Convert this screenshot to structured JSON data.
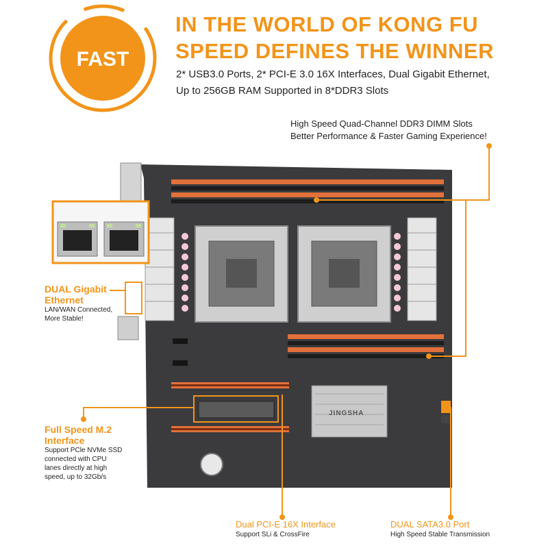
{
  "colors": {
    "accent": "#f2941a",
    "board": "#3b3b3e",
    "ram_orange": "#e2703a",
    "text": "#222222"
  },
  "badge": {
    "label": "FAST"
  },
  "headline": {
    "line1": "IN THE WORLD OF KONG FU",
    "line2": "SPEED DEFINES THE WINNER"
  },
  "subheadline": {
    "line1": "2* USB3.0 Ports, 2* PCI-E 3.0 16X Interfaces, Dual Gigabit Ethernet,",
    "line2": "Up to 256GB RAM Supported in 8*DDR3 Slots"
  },
  "callouts": {
    "ram": {
      "line1": "High Speed Quad-Channel DDR3 DIMM Slots",
      "line2": "Better Performance & Faster Gaming Experience!"
    },
    "ethernet": {
      "title1": "DUAL Gigabit",
      "title2": "Ethernet",
      "text1": "LAN/WAN Connected,",
      "text2": "More Stable!"
    },
    "m2": {
      "title1": "Full Speed M.2",
      "title2": "Interface",
      "text1": "Support PCle NVMe SSD",
      "text2": "connected with CPU",
      "text3": "lanes directly at high",
      "text4": "speed, up to 32Gb/s"
    },
    "pcie": {
      "title": "Dual PCI-E 16X Interface",
      "text": "Support SLi & CrossFire"
    },
    "sata": {
      "title": "DUAL SATA3.0 Port",
      "text": "High Speed Stable Transmission"
    }
  },
  "board_labels": {
    "chipset_brand": "JINGSHA"
  }
}
